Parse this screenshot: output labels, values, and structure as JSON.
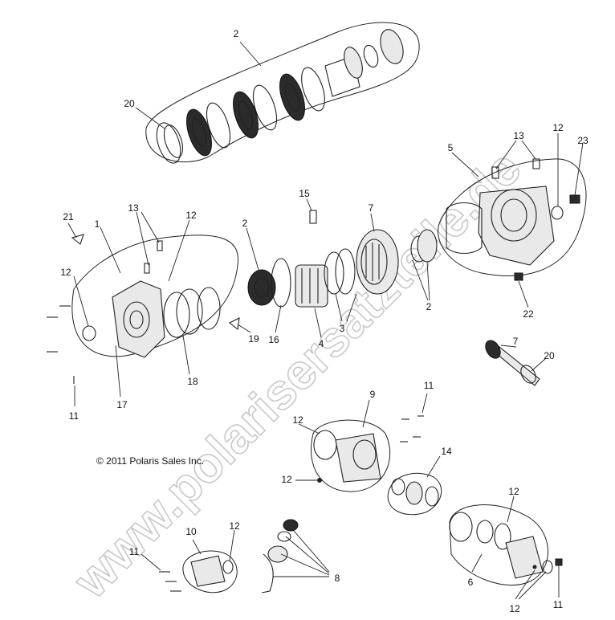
{
  "watermark": "www.polarisersatzteile.de",
  "copyright": "© 2011 Polaris Sales Inc.",
  "callouts": {
    "c2_clutch_pack": "2",
    "c20_top": "20",
    "c13_right": "13",
    "c12_right": "12",
    "c23": "23",
    "c5": "5",
    "c15": "15",
    "c7_ring": "7",
    "c2_mid": "2",
    "c21": "21",
    "c1": "1",
    "c13_left": "13",
    "c12_left_top": "12",
    "c12_left": "12",
    "c2_bearing": "2",
    "c22": "22",
    "c16": "16",
    "c4": "4",
    "c3": "3",
    "c19": "19",
    "c18": "18",
    "c17": "17",
    "c11_left": "11",
    "c7_shaft": "7",
    "c20_shaft": "20",
    "c11_mid": "11",
    "c9": "9",
    "c12_cover": "12",
    "c14": "14",
    "c12_dot": "12",
    "c12_lower_right": "12",
    "c10": "10",
    "c12_bracket": "12",
    "c11_bracket": "11",
    "c8": "8",
    "c6": "6",
    "c12_bottom": "12",
    "c11_bottom": "11"
  }
}
